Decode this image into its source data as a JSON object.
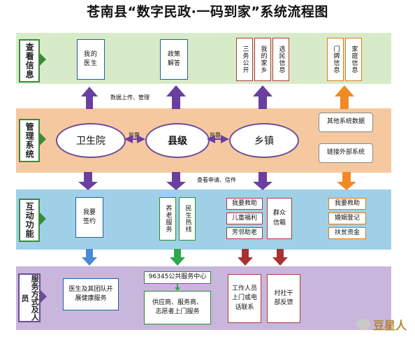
{
  "title": "苍南县“数字民政·一码到家”系统流程图",
  "bands": {
    "view": {
      "label": "查看信息"
    },
    "manage": {
      "label": "管理系统"
    },
    "interact": {
      "label": "互动功能"
    },
    "service": {
      "label": "服务方式及人员"
    }
  },
  "view_boxes": {
    "my_doctor": "我的医生",
    "policy": "政策解答",
    "sanwu": "三务公开",
    "myhome": "我的家乡",
    "elected": "选民信息",
    "door": "门牌信息",
    "family": "家庭信息"
  },
  "manage_nodes": {
    "hospital": "卫生院",
    "county": "县级",
    "town": "乡镇",
    "other_data": "其他系统数据",
    "external": "链接外部系统"
  },
  "notes": {
    "upload": "数据上传、管理",
    "supervise_left": "监督",
    "supervise_right": "监督",
    "apply": "查看申请、信件"
  },
  "interact_boxes": {
    "sign": "我要签约",
    "elderly": "养老服务",
    "livelihood": "民生热线",
    "rescue": "我要救助",
    "child_welfare": "儿童福利",
    "elderly_help": "芳邻助老",
    "mass_mailbox": "群众信箱",
    "rescue2": "我要救助",
    "marriage": "婚姻登记",
    "poverty": "扶贫资金"
  },
  "service_boxes": {
    "doctor_team": "医生及其团队开展健康服务",
    "hotline": "96345公共服务中心",
    "suppliers": "供应商、服务商、志愿者上门服务",
    "staff": "工作人员上门或电话联系",
    "cadres": "村社干部反馈"
  },
  "watermark": "豆星人",
  "colors": {
    "view_band": "#d7ebc8",
    "manage_band": "#f6c8a0",
    "interact_band": "#9fd0e8",
    "service_band": "#c8b6dc",
    "arrow_purple": "#6a3fa0",
    "arrow_orange": "#f08a24",
    "arrow_blue": "#4a8ad4",
    "arrow_green": "#2ea84a",
    "arrow_red": "#a83232"
  }
}
